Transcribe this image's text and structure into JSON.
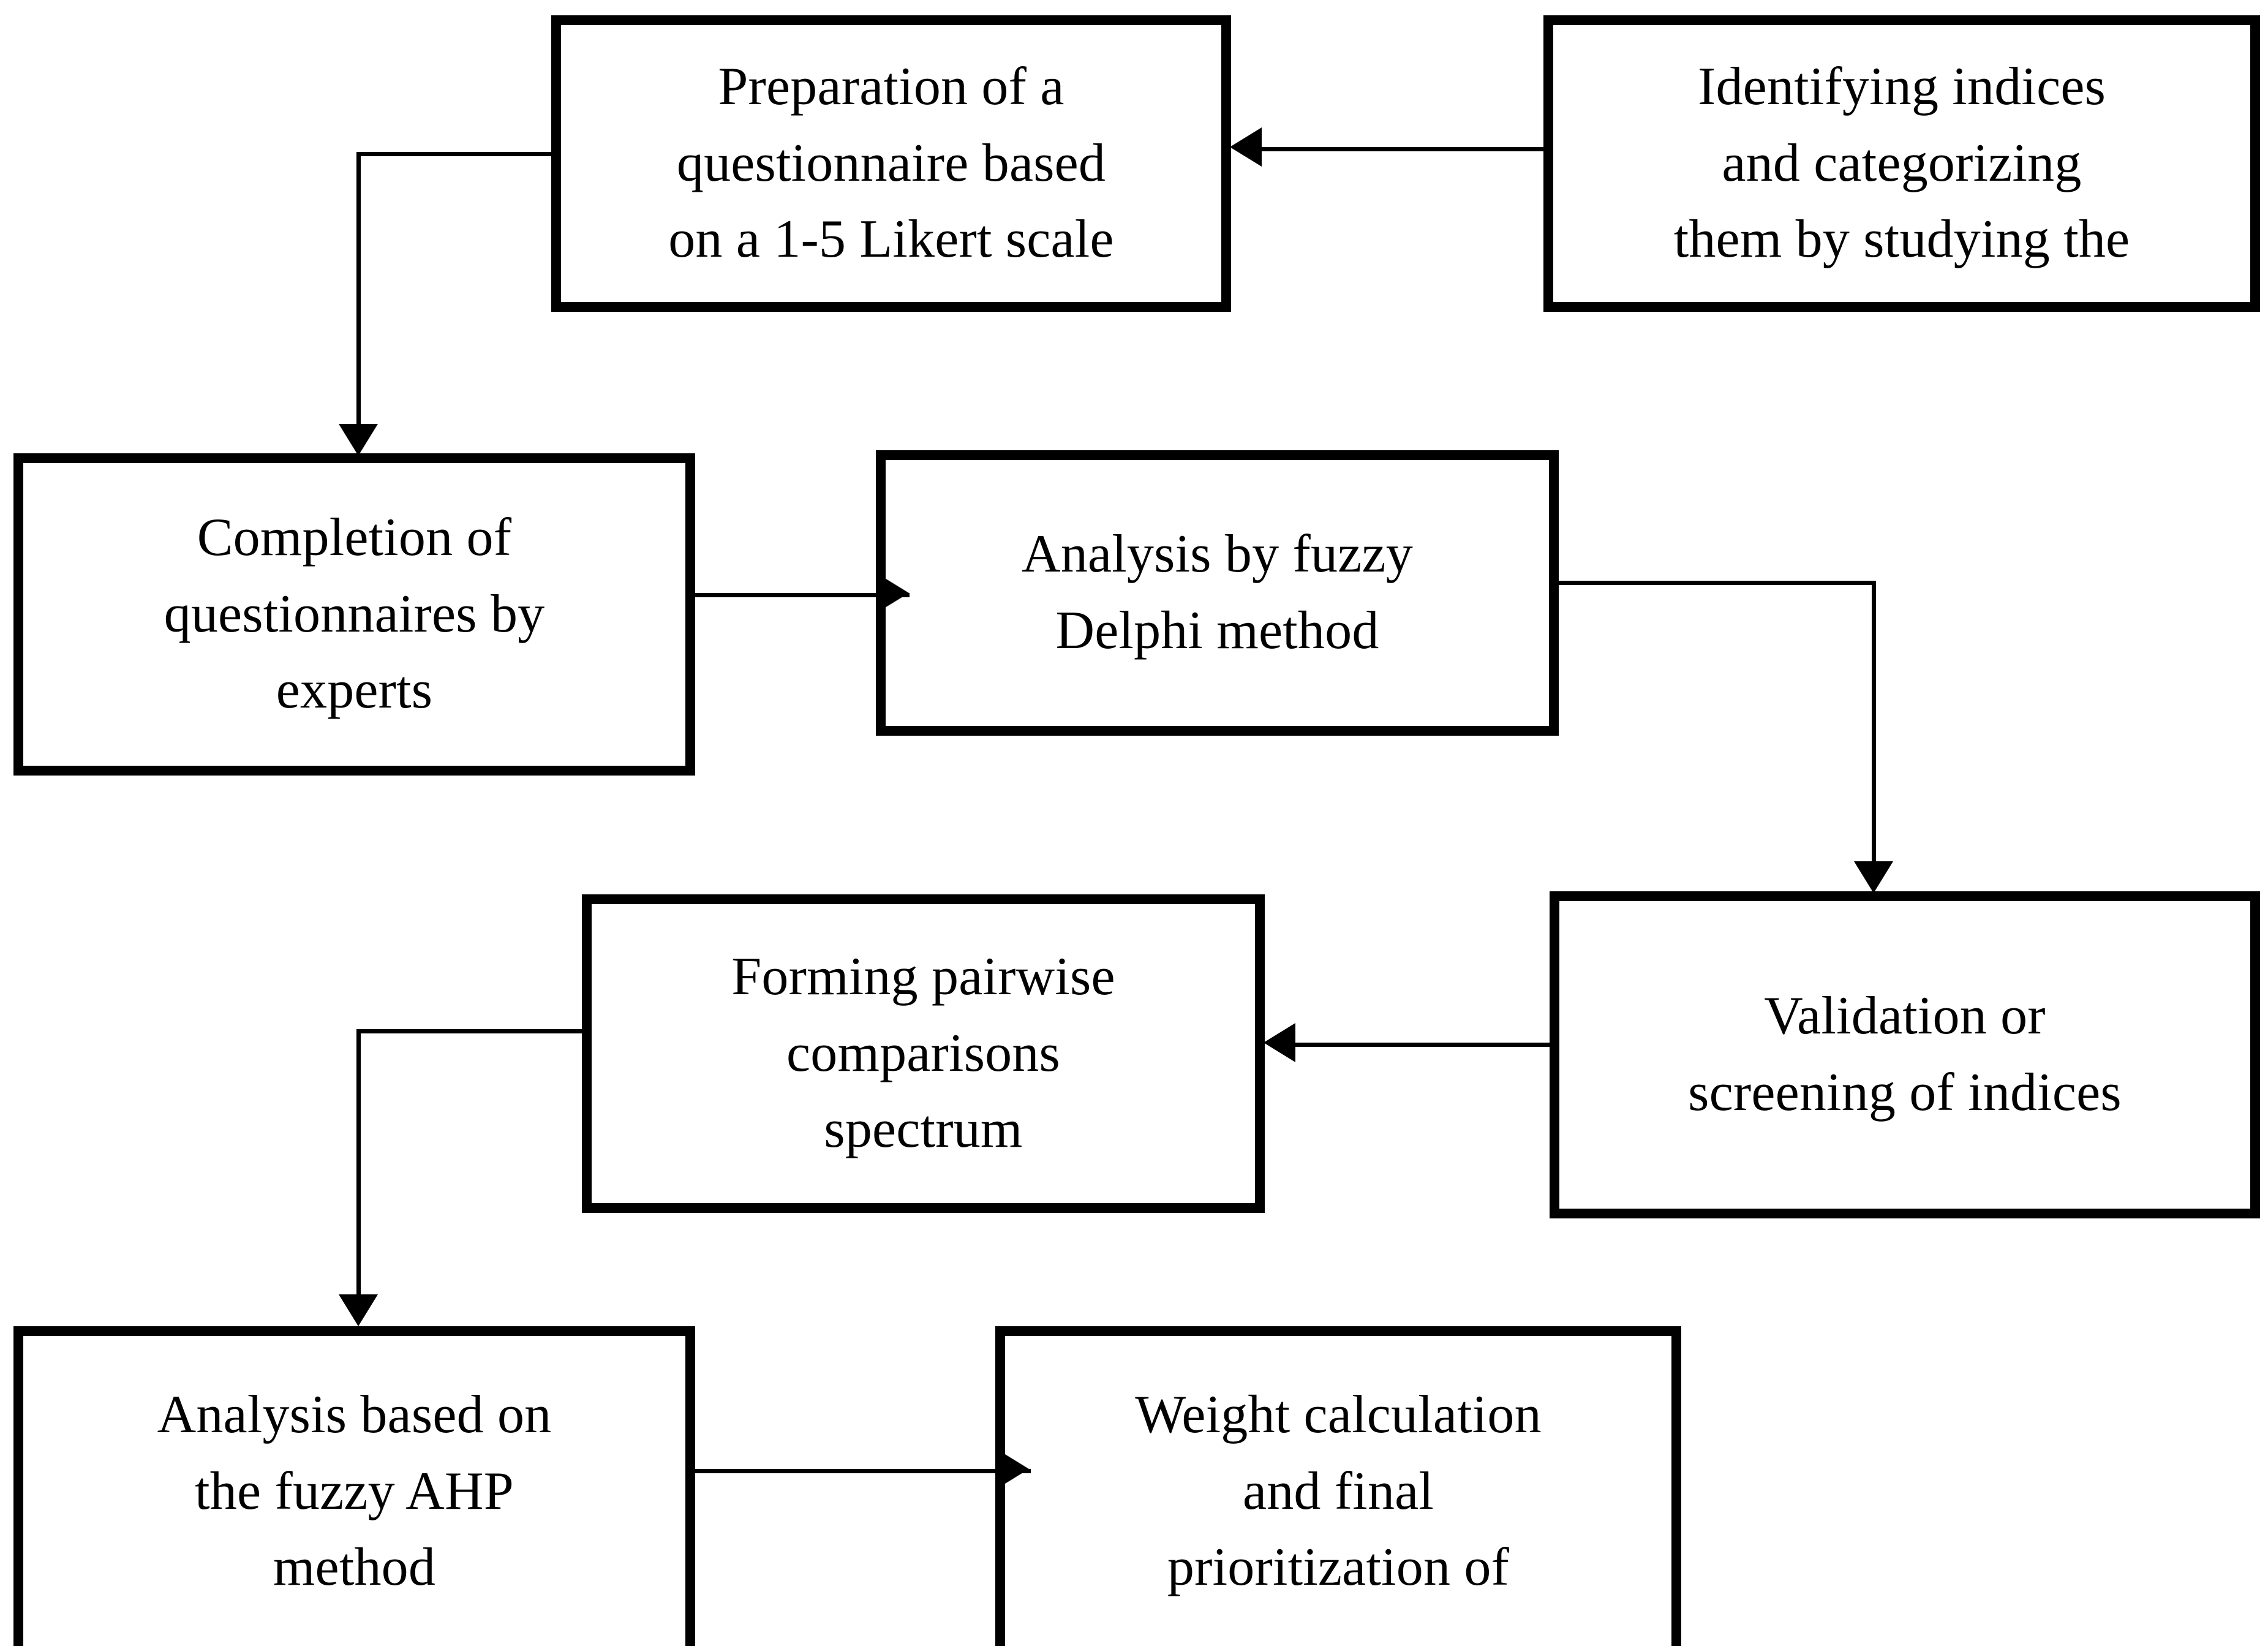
{
  "diagram": {
    "type": "flowchart",
    "title": "Research methodology flowchart",
    "background_color": "#ffffff",
    "line_color": "#000000",
    "box_border_color": "#000000",
    "box_fill_color": "#ffffff"
  },
  "nodes": [
    {
      "id": "identifying-indices",
      "label": "Identifying indices\nand categorizing\nthem by studying the",
      "step": 1
    },
    {
      "id": "preparation-questionnaire",
      "label": "Preparation of a\nquestionnaire based\non a 1-5 Likert scale",
      "step": 2
    },
    {
      "id": "completion-questionnaires",
      "label": "Completion of\nquestionnaires by\nexperts",
      "step": 3
    },
    {
      "id": "analysis-fuzzy-delphi",
      "label": "Analysis by fuzzy\nDelphi method",
      "step": 4
    },
    {
      "id": "validation-screening",
      "label": "Validation or\nscreening of indices",
      "step": 5
    },
    {
      "id": "forming-pairwise",
      "label": "Forming pairwise\ncomparisons\nspectrum",
      "step": 6
    },
    {
      "id": "analysis-fuzzy-ahp",
      "label": "Analysis based on\nthe fuzzy AHP\nmethod",
      "step": 7
    },
    {
      "id": "weight-calculation",
      "label": "Weight calculation\nand final\nprioritization of",
      "step": 8
    }
  ],
  "edges": [
    {
      "id": "e1",
      "from": "identifying-indices",
      "to": "preparation-questionnaire",
      "style": "straight-left-arrow"
    },
    {
      "id": "e2",
      "from": "preparation-questionnaire",
      "to": "completion-questionnaires",
      "style": "elbow-down-arrow"
    },
    {
      "id": "e3",
      "from": "completion-questionnaires",
      "to": "analysis-fuzzy-delphi",
      "style": "straight-right-arrow"
    },
    {
      "id": "e4",
      "from": "analysis-fuzzy-delphi",
      "to": "validation-screening",
      "style": "elbow-down-arrow"
    },
    {
      "id": "e5",
      "from": "validation-screening",
      "to": "forming-pairwise",
      "style": "straight-left-arrow"
    },
    {
      "id": "e6",
      "from": "forming-pairwise",
      "to": "analysis-fuzzy-ahp",
      "style": "elbow-down-arrow"
    },
    {
      "id": "e7",
      "from": "analysis-fuzzy-ahp",
      "to": "weight-calculation",
      "style": "straight-right-arrow"
    }
  ]
}
